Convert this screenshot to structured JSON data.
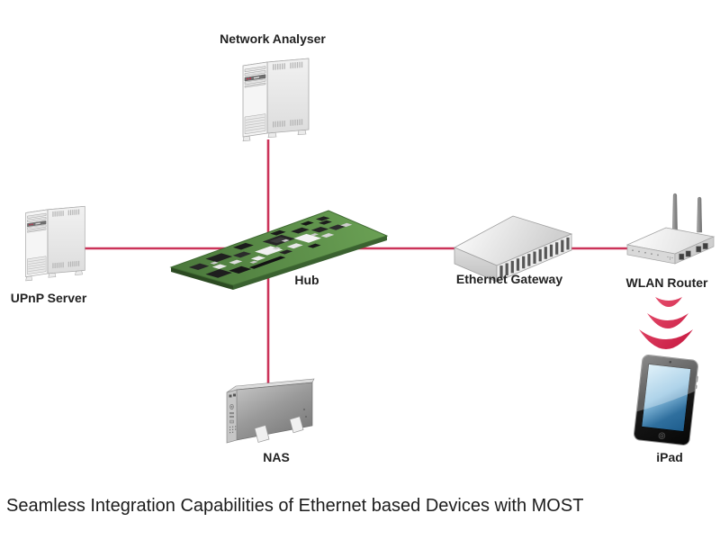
{
  "caption": "Seamless Integration Capabilities of Ethernet based Devices with MOST",
  "nodes": {
    "network_analyser": {
      "label": "Network Analyser",
      "device": "tower-computer"
    },
    "upnp_server": {
      "label": "UPnP Server",
      "device": "tower-computer"
    },
    "hub": {
      "label": "Hub",
      "device": "green-circuit-board"
    },
    "ethernet_gateway": {
      "label": "Ethernet Gateway",
      "device": "metal-switch-box"
    },
    "wlan_router": {
      "label": "WLAN Router",
      "device": "wireless-router-two-antennas"
    },
    "nas": {
      "label": "NAS",
      "device": "external-hard-drive"
    },
    "ipad": {
      "label": "iPad",
      "device": "tablet"
    }
  },
  "connections": [
    {
      "from": "Network Analyser",
      "to": "Hub",
      "type": "wired"
    },
    {
      "from": "UPnP Server",
      "to": "Hub",
      "type": "wired"
    },
    {
      "from": "Hub",
      "to": "NAS",
      "type": "wired"
    },
    {
      "from": "Hub",
      "to": "Ethernet Gateway",
      "type": "wired"
    },
    {
      "from": "Ethernet Gateway",
      "to": "WLAN Router",
      "type": "wired"
    },
    {
      "from": "WLAN Router",
      "to": "iPad",
      "type": "wireless"
    }
  ],
  "colors": {
    "background": "#ffffff",
    "connection_line": "#cb3359",
    "wifi_wave": "#c11039",
    "pcb_green": "#558540",
    "label_text": "#222222"
  }
}
